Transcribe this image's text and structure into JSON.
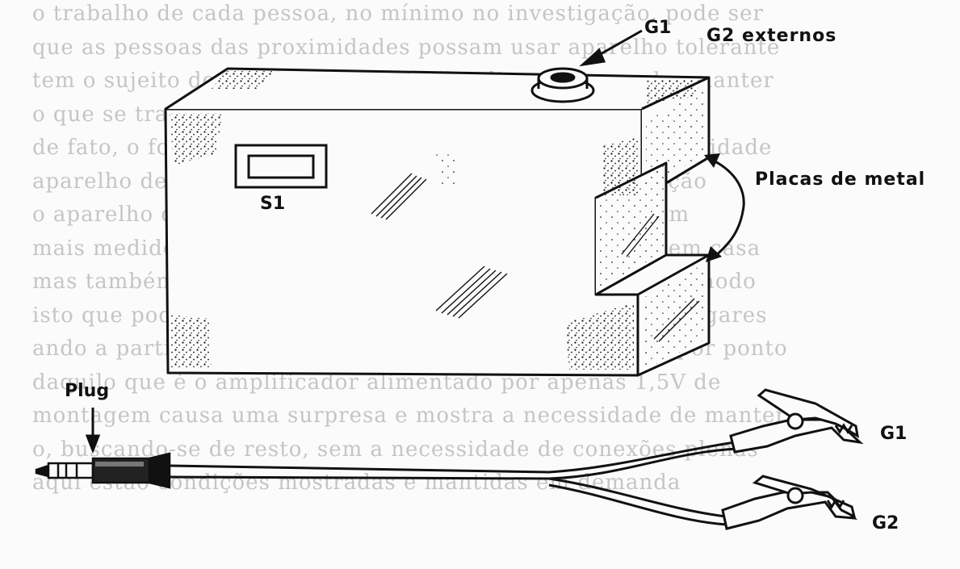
{
  "labels": {
    "g1_top": "G1",
    "g2_externos": "G2  externos",
    "placas": "Placas de metal",
    "s1": "S1",
    "plug": "Plug",
    "g1_clip": "G1",
    "g2_clip": "G2"
  },
  "bleed_through": [
    "o trabalho de cada pessoa, no mínimo no investigação, pode ser",
    "que as pessoas das proximidades possam usar aparelho tolerante",
    "tem o sujeito de sua atividade, as mãos livres para poder manter",
    "o que se trata de aparelho em boas condições normais",
    "de fato, o fone complicado e emprego de técnica de proximidade",
    "aparelho de um simples acompanhamento, em substituição",
    "o aparelho de diagnóstico, pode possibilitar o ensaio com",
    "mais medidor em vez da dúvida sobre o que é utilizado em casa",
    "mas também, com outro valor, o que poderá causar o incômodo",
    "isto que pode ser levado de casa e utilizado em todos os lugares",
    "ando a partir de ferramentas ou canais de comunicação por ponto",
    "daquilo que é o amplificador alimentado por apenas 1,5V de",
    "montagem causa uma surpresa e mostra a necessidade de manter",
    "o, buscando-se de resto, sem a necessidade de conexões plenas",
    "aqui estão condições mostradas e mantidas em demanda"
  ],
  "colors": {
    "ink": "#111111",
    "paper": "#fbfbfb",
    "bleed": "#9a9a9a"
  }
}
